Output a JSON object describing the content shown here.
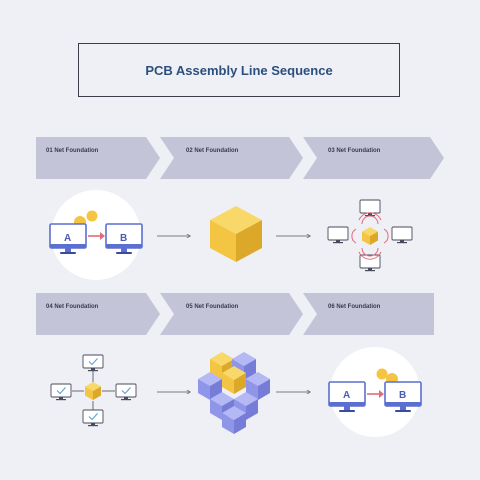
{
  "title": "PCB Assembly Line Sequence",
  "stages": [
    {
      "label": "01 Net Foundation"
    },
    {
      "label": "02 Net Foundation"
    },
    {
      "label": "03 Net Foundation"
    },
    {
      "label": "04 Net Foundation"
    },
    {
      "label": "05 Net Foundation"
    },
    {
      "label": "06 Net Foundation"
    }
  ],
  "monitors": {
    "left": "A",
    "right": "B"
  },
  "colors": {
    "banner": "#c3c4d7",
    "accent_yellow": "#f4c542",
    "monitor_blue": "#5b6fd0",
    "cube_purple": "#8f95e8",
    "arrow_red": "#e36a7c",
    "title_text": "#2d4f7d"
  }
}
